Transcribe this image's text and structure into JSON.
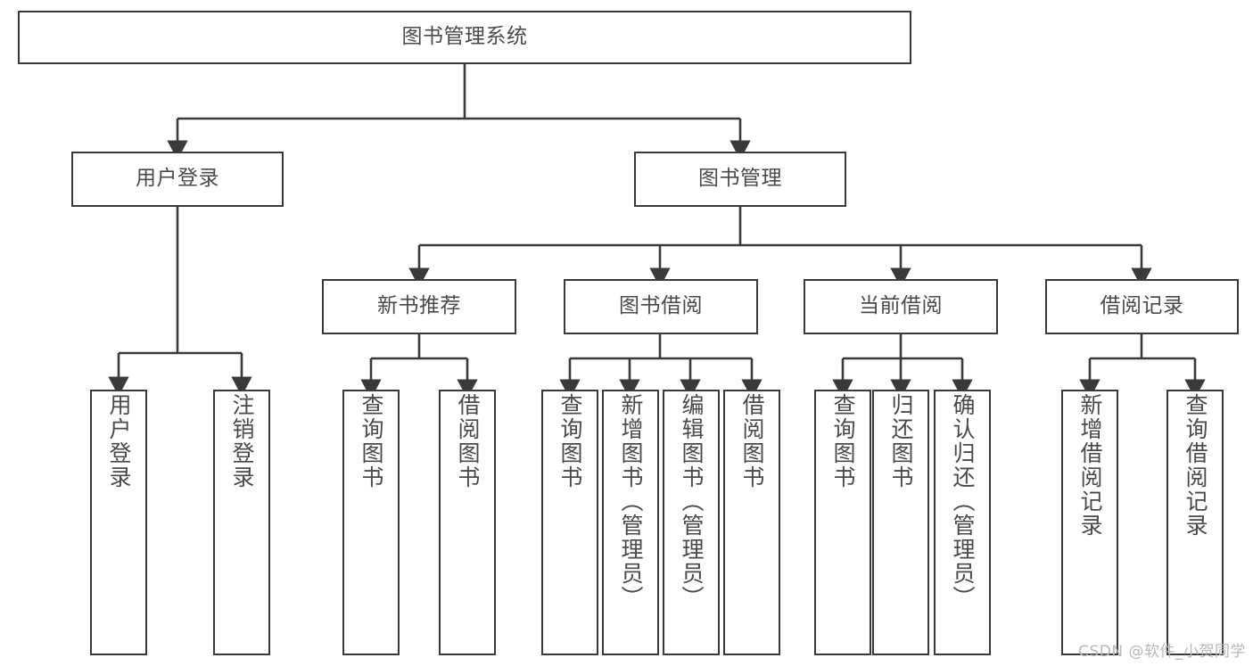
{
  "diagram": {
    "title": "图书管理系统",
    "type": "hierarchy-tree",
    "line_color": "#3a3a3a",
    "text_color": "#4a4a4a",
    "background_color": "#ffffff",
    "levels": 4
  },
  "root": {
    "label": "图书管理系统"
  },
  "branches": [
    {
      "label": "用户登录"
    },
    {
      "label": "图书管理"
    }
  ],
  "subbranches": [
    {
      "label": "新书推荐"
    },
    {
      "label": "图书借阅"
    },
    {
      "label": "当前借阅"
    },
    {
      "label": "借阅记录"
    }
  ],
  "leaves": {
    "user_login": [
      {
        "label": "用户登录"
      },
      {
        "label": "注销登录"
      }
    ],
    "new_book": [
      {
        "label": "查询图书"
      },
      {
        "label": "借阅图书"
      }
    ],
    "book_borrow": [
      {
        "label": "查询图书"
      },
      {
        "label": "新增图书（管理员）"
      },
      {
        "label": "编辑图书（管理员）"
      },
      {
        "label": "借阅图书"
      }
    ],
    "current_borrow": [
      {
        "label": "查询图书"
      },
      {
        "label": "归还图书"
      },
      {
        "label": "确认归还（管理员）"
      }
    ],
    "borrow_record": [
      {
        "label": "新增借阅记录"
      },
      {
        "label": "查询借阅记录"
      }
    ]
  },
  "watermark": {
    "text": "CSDN @软件_小贺同学"
  }
}
